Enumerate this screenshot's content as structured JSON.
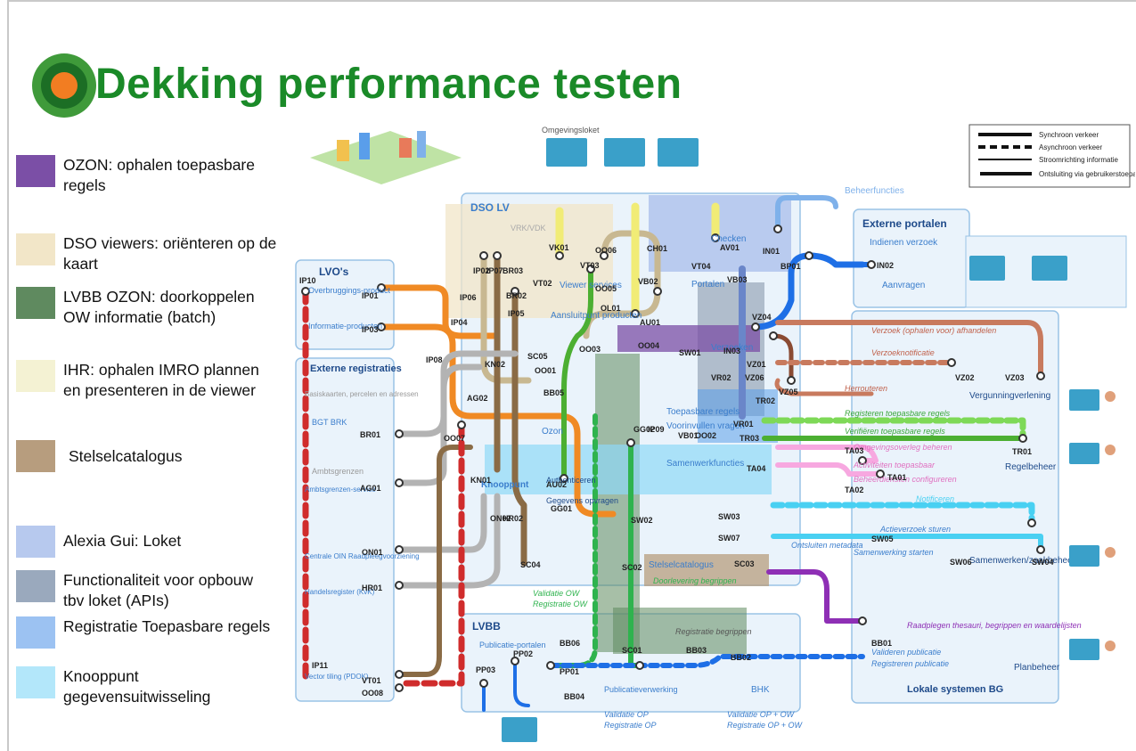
{
  "slide": {
    "title": "Dekking performance testen"
  },
  "legend": [
    {
      "text": "OZON: ophalen toepasbare regels",
      "color": "#7b4fa6"
    },
    {
      "text": "DSO viewers: oriënteren op de kaart",
      "color": "#f2e6c8"
    },
    {
      "text": "LVBB OZON: doorkoppelen OW informatie (batch)",
      "color": "#5f8a5f"
    },
    {
      "text": "IHR: ophalen IMRO plannen en presenteren in de viewer",
      "color": "#f4f2d3"
    },
    {
      "text": "Stelselcatalogus",
      "color": "#b79d7e"
    },
    {
      "text": "Alexia Gui: Loket",
      "color": "#b7c9ee"
    },
    {
      "text": "Functionaliteit voor opbouw tbv loket (APIs)",
      "color": "#9aa9bd"
    },
    {
      "text": "Registratie Toepasbare regels",
      "color": "#9cc2f2"
    },
    {
      "text": "Knooppunt gegevensuitwisseling",
      "color": "#b3e7fa"
    }
  ],
  "diagram": {
    "key": [
      "Synchroon verkeer",
      "Asynchroon verkeer",
      "Stroomrichting informatie",
      "Ontsluiting via gebruikerstoepassing"
    ],
    "domains": {
      "dso_lv": "DSO LV",
      "externe_portalen": "Externe portalen",
      "lvos": "LVO's",
      "externe_registraties": "Externe registraties",
      "lvbb": "LVBB",
      "lokale_systemen": "Lokale systemen BG",
      "knooppunt": "Knooppunt",
      "ozon": "Ozon",
      "portalen": "Portalen",
      "viewer_services": "Viewer services",
      "aanvragen": "Aanvragen",
      "indienen_verzoek": "Indienen verzoek",
      "regelbeheer": "Regelbeheer",
      "vergunningverlening": "Vergunningverlening",
      "samenwerken": "Samenwerken/zaakbeheer",
      "planbeheer": "Planbeheer",
      "samenwerkfuncties": "Samenwerkfuncties",
      "toepasbare_regels": "Toepasbare regels",
      "voorinvullen": "Voorinvullen vragen",
      "stelselcatalogus": "Stelselcatalogus",
      "publicatieportalen": "Publicatie-portalen",
      "publicatieverwerking": "Publicatieverwerking",
      "bhk": "BHK",
      "beheerfuncties": "Beheerfuncties",
      "verzoeken": "Verzoeken",
      "checken": "Checken",
      "gegevens_opvragen": "Gegevens opvragen",
      "authenticeren": "Authenticeren",
      "aansluitpunt": "Aansluitpunt producten",
      "overbruggings": "Overbruggings-product",
      "informatieproducten": "Informatie-producten",
      "basiskaarten": "Basiskaarten, percelen en adressen",
      "bgt_brk": "BGT BRK",
      "ambtsgrenzen": "Ambtsgrenzen",
      "ambtsgrenzen_service": "Ambtsgrenzen-service",
      "centrale_oin": "Centrale OIN Raadpleegvoorziening",
      "handelsregister": "Handelsregister (KvK)",
      "vector_tiling": "Vector tiling (PDOK)",
      "vrk_vdk": "VRK/VDK",
      "indienen_verz": "Indienen verzoek",
      "regelbeheer_steps": [
        "Registeren toepasbare regels",
        "Verifiëren toepasbare regels",
        "Omgevingsoverleg beheren",
        "Activiteiten toepasbaar",
        "Beheerdiensten configureren"
      ],
      "verzoek_afhandelen": "Verzoek (ophalen voor) afhandelen",
      "verzoeknotificatie": "Verzoeknotificatie",
      "herrouteren": "Herrouteren",
      "notificeren": "Notificeren",
      "actieverzoek": "Actieverzoek sturen",
      "samenwerking_starten": "Samenwerking starten",
      "ontsluiten_metadata": "Ontsluiten metadata",
      "doorlevering": "Doorlevering begrippen",
      "registratie_begrippen": "Registratie begrippen",
      "raadplegen_thesauri": "Raadplegen thesauri, begrippen en waardelijsten",
      "valideren_publicatie": "Valideren publicatie",
      "registreren_publicatie": "Registreren publicatie",
      "validatie_ow": "Validatie OW",
      "registratie_ow": "Registratie OW",
      "validatie_op": "Validatie OP",
      "registratie_op": "Registratie OP",
      "validatie_op_ow": "Validatie OP + OW",
      "registratie_op_ow": "Registratie OP + OW",
      "omgevingsloket": "Omgevingsloket"
    },
    "nodes": [
      "IP10",
      "IP01",
      "IP03",
      "IP02",
      "IP07",
      "BR03",
      "IP06",
      "IP04",
      "IP05",
      "VK01",
      "VT02",
      "BR02",
      "VT03",
      "OO06",
      "OO05",
      "CH01",
      "VB02",
      "VT04",
      "AV01",
      "VB03",
      "IN01",
      "BP01",
      "IN02",
      "OL01",
      "AU01",
      "OO03",
      "OO01",
      "SC05",
      "KN02",
      "IP08",
      "AG02",
      "BB05",
      "OO04",
      "SW01",
      "IN03",
      "VR02",
      "VZ01",
      "VZ02",
      "VZ03",
      "VZ06",
      "VZ05",
      "VZ04",
      "TR02",
      "VR01",
      "TR03",
      "TR01",
      "VB01",
      "OO02",
      "TA03",
      "TA04",
      "TA01",
      "TA02",
      "GG02",
      "IP09",
      "OO07",
      "BR01",
      "KN01",
      "AU02",
      "GG01",
      "SW02",
      "AG01",
      "ON02",
      "HR02",
      "SW03",
      "SW07",
      "SW05",
      "SW06",
      "SW04",
      "ON01",
      "HR01",
      "SC04",
      "SC02",
      "SC03",
      "IP11",
      "VT01",
      "OO08",
      "BB06",
      "PP02",
      "PP03",
      "PP01",
      "BB04",
      "SC01",
      "BB03",
      "BB02",
      "BB01"
    ]
  }
}
